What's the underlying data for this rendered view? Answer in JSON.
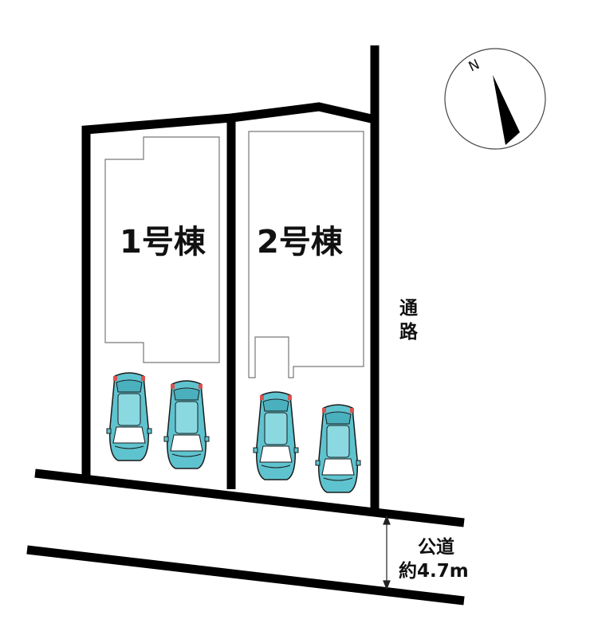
{
  "site_plan": {
    "lots": [
      {
        "label": "1号棟"
      },
      {
        "label": "2号棟"
      }
    ],
    "side_road": {
      "label_line1": "通",
      "label_line2": "路"
    },
    "public_road": {
      "label": "公道",
      "width_label": "約4.7m"
    },
    "compass": {
      "north_label": "N"
    },
    "parking_spaces_per_lot": [
      2,
      2
    ],
    "colors": {
      "boundary": "#000000",
      "car_body": "#5ec3cf",
      "car_outline": "#1a1a1a",
      "tail_light": "#d9534f"
    }
  }
}
